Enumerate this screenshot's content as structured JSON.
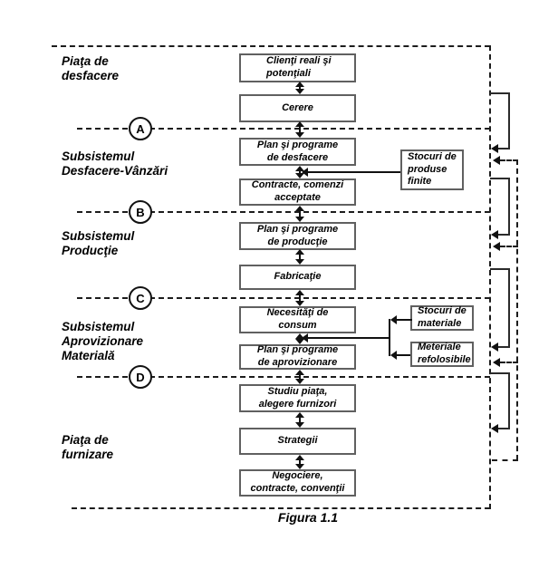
{
  "diagram": {
    "caption": "Figura 1.1",
    "region_labels": {
      "piata_desfacere": "Piaţa de\ndesfacere",
      "sub_desfacere": "Subsistemul\nDesfacere-Vânzări",
      "sub_productie": "Subsistemul\nProducţie",
      "sub_aprovizionare": "Subsistemul\nAprovizionare\nMaterială",
      "piata_furnizare": "Piaţa de\nfurnizare"
    },
    "section_markers": {
      "a": "A",
      "b": "B",
      "c": "C",
      "d": "D"
    },
    "flow_boxes": {
      "clienti": "Clienţi reali şi\npotenţiali",
      "cerere": "Cerere",
      "plan_desfacere": "Plan şi programe\nde desfacere",
      "contracte": "Contracte, comenzi\nacceptate",
      "plan_productie": "Plan şi programe\nde producţie",
      "fabricatie": "Fabricaţie",
      "necesitati": "Necesităţi de\nconsum",
      "plan_aprovizionare": "Plan şi programe\nde aprovizionare",
      "studiu": "Studiu piaţa,\nalegere furnizori",
      "strategii": "Strategii",
      "negociere": "Negociere,\ncontracte, convenţii"
    },
    "side_boxes": {
      "stocuri_finite": "Stocuri de\nproduse\nfinite",
      "stocuri_materiale": "Stocuri de\nmateriale",
      "materiale_refolosibile": "Meteriale\nrefolosibile"
    },
    "colors": {
      "line": "#111111",
      "box_border": "#606060",
      "background": "#ffffff"
    }
  }
}
